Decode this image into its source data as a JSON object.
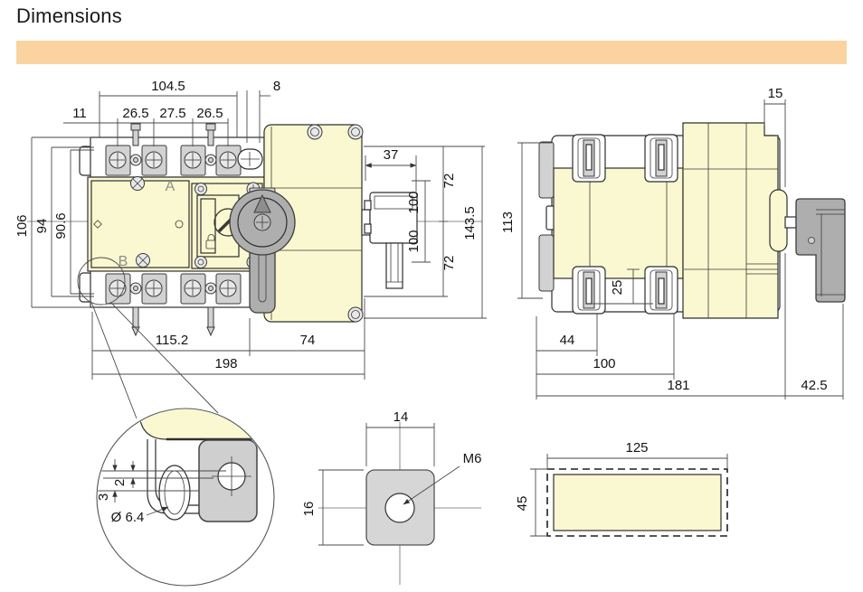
{
  "page": {
    "title": "Dimensions"
  },
  "colors": {
    "accent_bar": "#fbd3a0",
    "body_yellow": "#faf8d0",
    "metal_gray": "#d2d2d2",
    "handle_gray": "#aeaeae"
  },
  "front_view": {
    "marks": {
      "a": "A",
      "b": "B"
    },
    "dims": {
      "d11": "11",
      "d104_5": "104.5",
      "d8": "8",
      "pitch": [
        "26.5",
        "27.5",
        "26.5"
      ],
      "d106": "106",
      "d94": "94",
      "d90_6": "90.6",
      "d37": "37",
      "d72_top": "72",
      "d100_a": "100",
      "d100_b": "100",
      "d72_bot": "72",
      "d143_5": "143.5",
      "d115_2": "115.2",
      "d74": "74",
      "d198": "198"
    }
  },
  "side_view": {
    "dims": {
      "d15": "15",
      "d113": "113",
      "d25": "25",
      "d44": "44",
      "d100": "100",
      "d181": "181",
      "d42_5": "42.5"
    }
  },
  "detail_view": {
    "dims": {
      "d2": "2",
      "d3": "3",
      "d6_4": "Ø 6.4"
    }
  },
  "fixing_nut": {
    "dims": {
      "d14": "14",
      "d16": "16",
      "thread": "M6"
    }
  },
  "panel_cutout": {
    "dims": {
      "d125": "125",
      "d45": "45"
    }
  }
}
